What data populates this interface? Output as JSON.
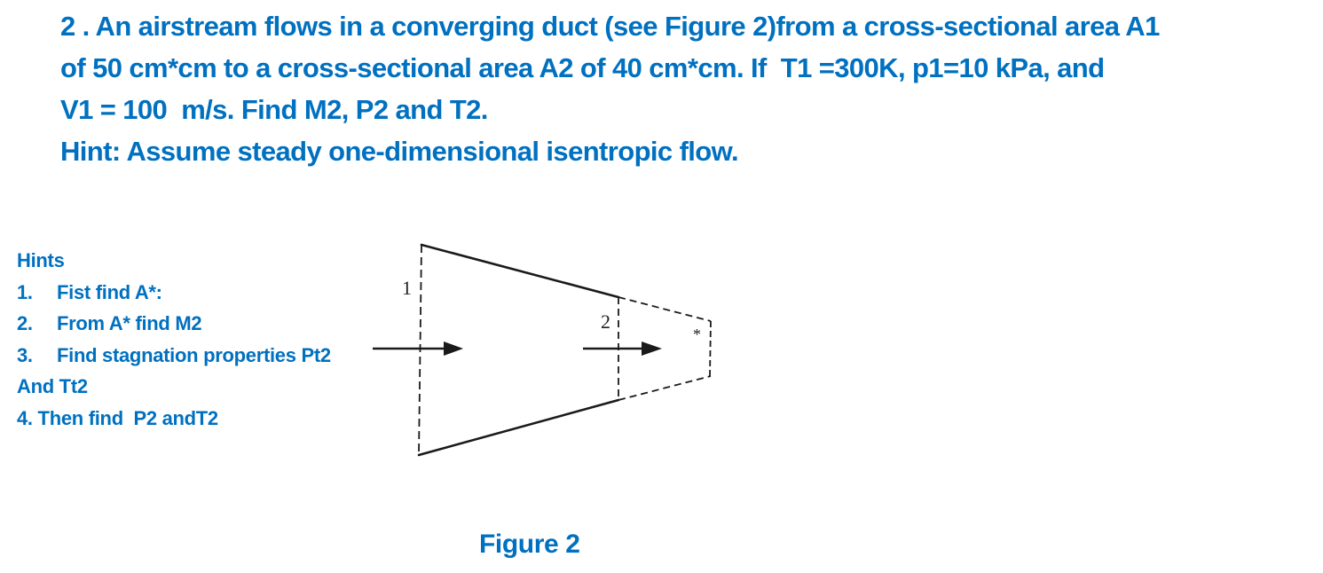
{
  "problem": {
    "number": "2",
    "lines": [
      "An airstream flows in a converging duct (see Figure 2)from a cross-sectional area A1",
      "of 50 cm*cm to a cross-sectional area A2 of 40 cm*cm. If  T1 =300K, p1=10 kPa, and",
      "V1 = 100  m/s. Find M2, P2 and T2.",
      "Hint: Assume steady one-dimensional isentropic flow."
    ],
    "given": {
      "A1": "50 cm*cm",
      "A2": "40 cm*cm",
      "T1": "300K",
      "p1": "10 kPa",
      "V1": "100 m/s"
    },
    "find": [
      "M2",
      "P2",
      "T2"
    ]
  },
  "hints": {
    "title": "Hints",
    "steps": [
      {
        "num": "1.",
        "text": "Fist find A*:"
      },
      {
        "num": "2.",
        "text": "From A* find M2"
      },
      {
        "num": "3.",
        "text": "Find stagnation properties Pt2"
      }
    ],
    "continuation": "And Tt2",
    "final_step": "4. Then find  P2 andT2"
  },
  "figure": {
    "caption": "Figure 2",
    "labels": {
      "section1": "1",
      "section2": "2",
      "throat": "*"
    },
    "colors": {
      "text_accent": "#0070C0",
      "line": "#1a1a1a"
    }
  }
}
